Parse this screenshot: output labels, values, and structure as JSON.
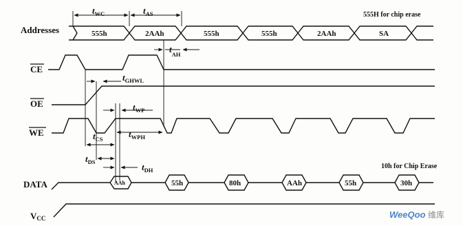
{
  "signals": {
    "addresses": "Addresses",
    "ce": "CE",
    "oe": "OE",
    "we": "WE",
    "data": "DATA",
    "vcc_main": "V",
    "vcc_sub": "CC"
  },
  "address_bus": [
    "555h",
    "2AAh",
    "555h",
    "555h",
    "2AAh",
    "SA"
  ],
  "data_bus": [
    "AAh",
    "55h",
    "80h",
    "AAh",
    "55h",
    "30h"
  ],
  "notes": {
    "chip_erase_address": "555H for chip erase",
    "chip_erase_data": "10h for Chip Erase"
  },
  "timings": {
    "t": "t",
    "wc": "WC",
    "as": "AS",
    "ah": "AH",
    "ghwl": "GHWL",
    "wp": "WP",
    "wph": "WPH",
    "cs": "CS",
    "ds": "DS",
    "dh": "DH"
  },
  "watermark": {
    "brand": "WeeQoo",
    "suffix": "维库"
  }
}
